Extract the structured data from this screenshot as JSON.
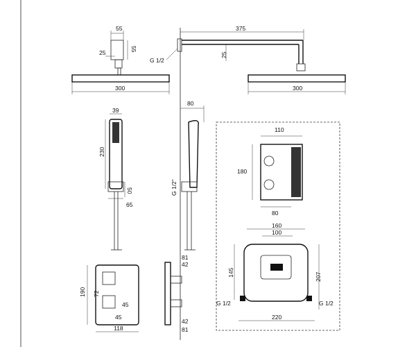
{
  "dims": {
    "arm_top_w": "55",
    "arm_top_h": "55",
    "arm_top_base": "25",
    "thread_top": "G 1/2",
    "head_left_w": "300",
    "arm_len": "375",
    "arm_drop": "25",
    "head_right_w": "300",
    "hand_w": "39",
    "hand_len": "230",
    "holder_h": "50",
    "holder_w": "65",
    "holder_depth": "80",
    "thread_mid": "G 1/2\"",
    "box_w": "110",
    "box_h": "180",
    "box_depth": "80",
    "rough_inner": "100",
    "rough_outer": "160",
    "rough_h1": "145",
    "rough_h2": "207",
    "rough_w": "220",
    "rough_g_left": "G 1/2",
    "rough_g_right": "G 1/2",
    "panel_h": "190",
    "panel_h2": "72",
    "panel_k1": "45",
    "panel_k2": "45",
    "panel_w": "118",
    "side_top1": "81",
    "side_top2": "42",
    "side_bot1": "42",
    "side_bot2": "81"
  }
}
